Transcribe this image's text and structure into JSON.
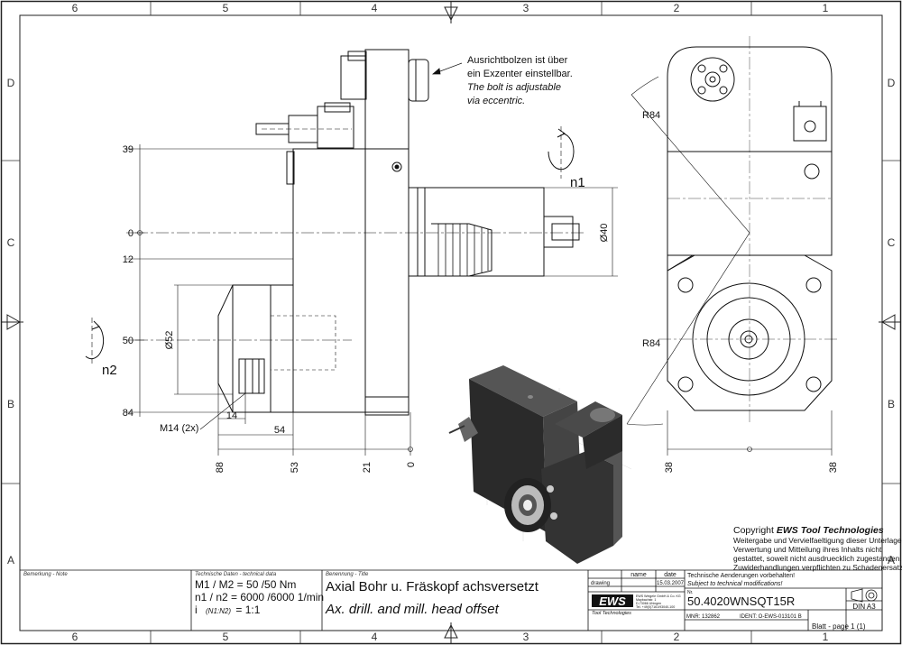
{
  "zones": {
    "top": [
      "6",
      "5",
      "4",
      "3",
      "2",
      "1"
    ],
    "bottom": [
      "6",
      "5",
      "4",
      "3",
      "2",
      "1"
    ],
    "left": [
      "D",
      "C",
      "B",
      "A"
    ],
    "right": [
      "D",
      "C",
      "B",
      "A"
    ]
  },
  "annotations": {
    "bolt_de_1": "Ausrichtbolzen ist über",
    "bolt_de_2": "ein Exzenter einstellbar.",
    "bolt_en_1": "The bolt is adjustable",
    "bolt_en_2": "via eccentric.",
    "n1": "n1",
    "n2": "n2",
    "m14": "M14 (2x)"
  },
  "dimensions": {
    "y39": "39",
    "y0": "0",
    "y12": "12",
    "y50": "50",
    "y84": "84",
    "d52": "Ø52",
    "d40": "Ø40",
    "x14": "14",
    "x54": "54",
    "x88": "88",
    "x53": "53",
    "x21": "21",
    "x0": "0",
    "r84_top": "R84",
    "r84_bottom": "R84",
    "w38_left": "38",
    "w38_right": "38"
  },
  "copyright": {
    "head_prefix": "Copyright ",
    "head_brand": "EWS Tool Technologies",
    "lines": [
      "Weitergabe und Vervielfaeltigung dieser Unterlage,",
      "Verwertung und Mitteilung ihres Inhalts nicht",
      "gestattet, soweit nicht ausdruecklich zugestanden.",
      "Zuwiderhandlungen verpflichten zu Schadenersatz."
    ]
  },
  "title_block": {
    "note_label": "Bemerkung - Note",
    "tech_label": "Technische Daten - technical data",
    "torque": "M1 / M2 = 50  /50  Nm",
    "speed": "n1 / n2 = 6000 /6000  1/min",
    "ratio_i": "i",
    "ratio_sub": "(N1:N2)",
    "ratio_val": "= 1:1",
    "name_label": "Benennung - Title",
    "title_de": "Axial Bohr u. Fräskopf achsversetzt",
    "title_en": "Ax. drill. and mill. head offset",
    "col_name": "name",
    "col_date": "date",
    "row_drawing": "drawing",
    "drawing_date": "15.03.2007",
    "logo": "EWS",
    "logo_sub": "Tool Technologies",
    "address": [
      "EWS Weigele GmbH & Co. KG",
      "Maybachstr. 1",
      "D-73066 Uhingen",
      "Tel. +49(0)7161/93040-100"
    ],
    "mnr": "MNR: 132862",
    "ident": "IDENT: O-EWS-013101 B",
    "change_de": "Technische Aenderungen vorbehalten!",
    "change_en": "Subject to technical modifications!",
    "nr_label": "Nr.",
    "part_no": "50.4020WNSQT15R",
    "din": "DIN A3",
    "sheet": "Blatt - page  1 (1)"
  },
  "colors": {
    "line": "#111111",
    "render_dark": "#2a2a2a",
    "render_mid": "#555555"
  }
}
